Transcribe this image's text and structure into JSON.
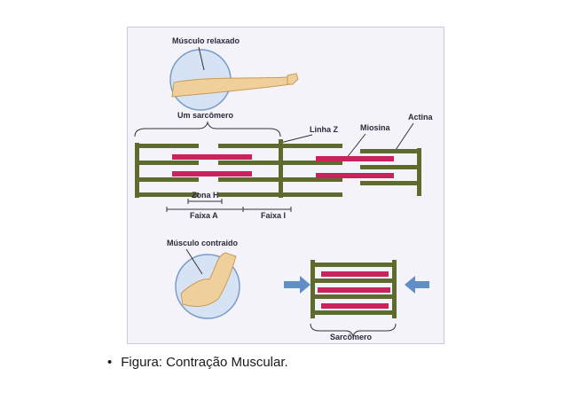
{
  "figure": {
    "labels": {
      "relaxed_muscle": "Músculo relaxado",
      "one_sarcomere": "Um sarcômero",
      "z_line": "Linha Z",
      "myosin": "Miosina",
      "actin": "Actina",
      "h_zone": "Zona H",
      "a_band": "Faixa A",
      "i_band": "Faixa I",
      "contracted_muscle": "Músculo contraido",
      "sarcomere": "Sarcômero"
    },
    "colors": {
      "actin": "#5d6b2c",
      "myosin": "#c8235a",
      "skin": "#f0d09a",
      "lens": "#d6e3f4",
      "arrow": "#5f8fc4",
      "panel": "#f4f3fa"
    }
  },
  "caption": {
    "bullet": "•",
    "text": "Figura: Contração Muscular."
  }
}
